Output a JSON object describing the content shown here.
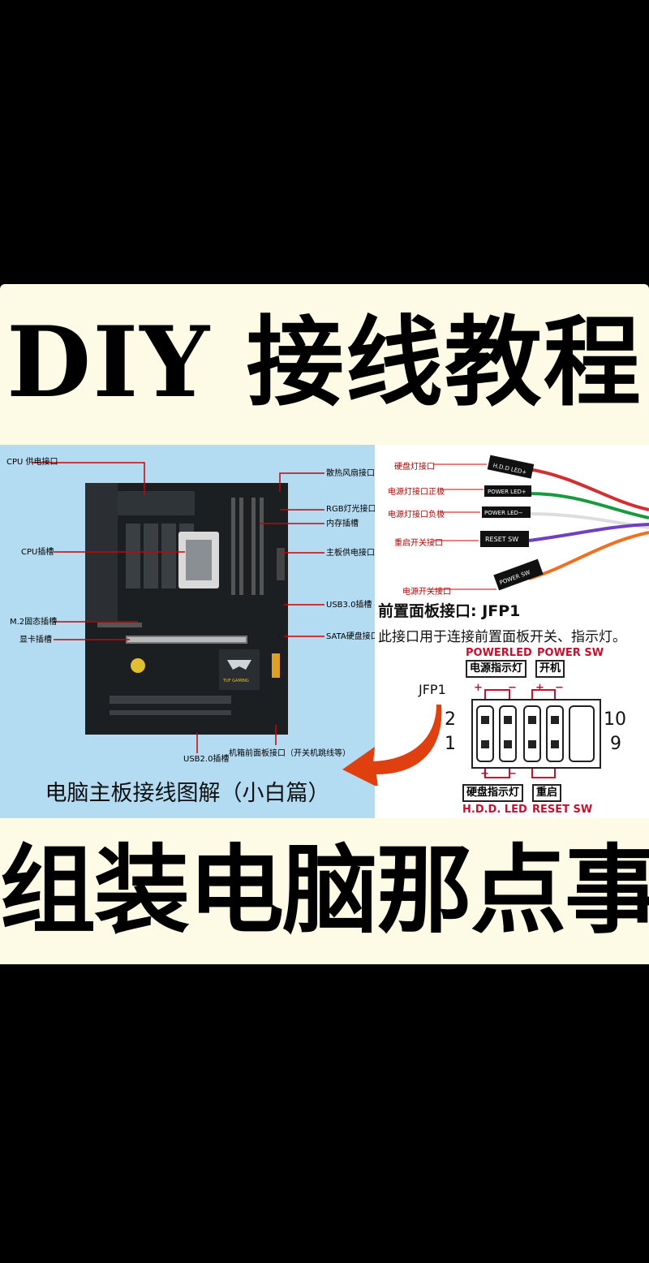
{
  "title_top": "DIY 接线教程",
  "title_bottom": "组装电脑那点事",
  "board_labels": {
    "cpu_power": "CPU 供电接口",
    "fan": "散热风扇接口",
    "rgb": "RGB灯光接口",
    "memory": "内存插槽",
    "cpu_socket": "CPU插槽",
    "main_power": "主板供电接口",
    "usb3": "USB3.0插槽",
    "m2": "M.2固态插槽",
    "gpu": "显卡插槽",
    "sata": "SATA硬盘接口",
    "usb2": "USB2.0插槽",
    "front_panel": "机箱前面板接口（开关机跳线等）"
  },
  "caption": "电脑主板接线图解（小白篇）",
  "wires": {
    "hdd": "硬盘灯接口",
    "power_led_pos": "电源灯接口正极",
    "power_led_neg": "电源灯接口负极",
    "reset": "重启开关接口",
    "power_sw": "电源开关接口"
  },
  "connectors": {
    "hdd": "H.D.D LED+",
    "power_led_pos": "POWER LED+",
    "power_led_neg": "POWER LED−",
    "reset": "RESET SW",
    "power_sw": "POWER SW"
  },
  "jfp": {
    "title": "前置面板接口: JFP1",
    "desc": "此接口用于连接前置面板开关、指示灯。",
    "name": "JFP1",
    "powerled": "POWERLED",
    "powersw": "POWER SW",
    "power_indicator": "电源指示灯",
    "power_on": "开机",
    "hdd_indicator": "硬盘指示灯",
    "restart": "重启",
    "hdd_led": "H.D.D. LED",
    "reset_sw": "RESET SW",
    "pin2": "2",
    "pin1": "1",
    "pin10": "10",
    "pin9": "9",
    "plus": "+",
    "minus": "−"
  },
  "colors": {
    "banner": "#fdfbe6",
    "left_bg": "#b3dcf3",
    "red": "#c8102e",
    "arrow": "#e04010"
  }
}
